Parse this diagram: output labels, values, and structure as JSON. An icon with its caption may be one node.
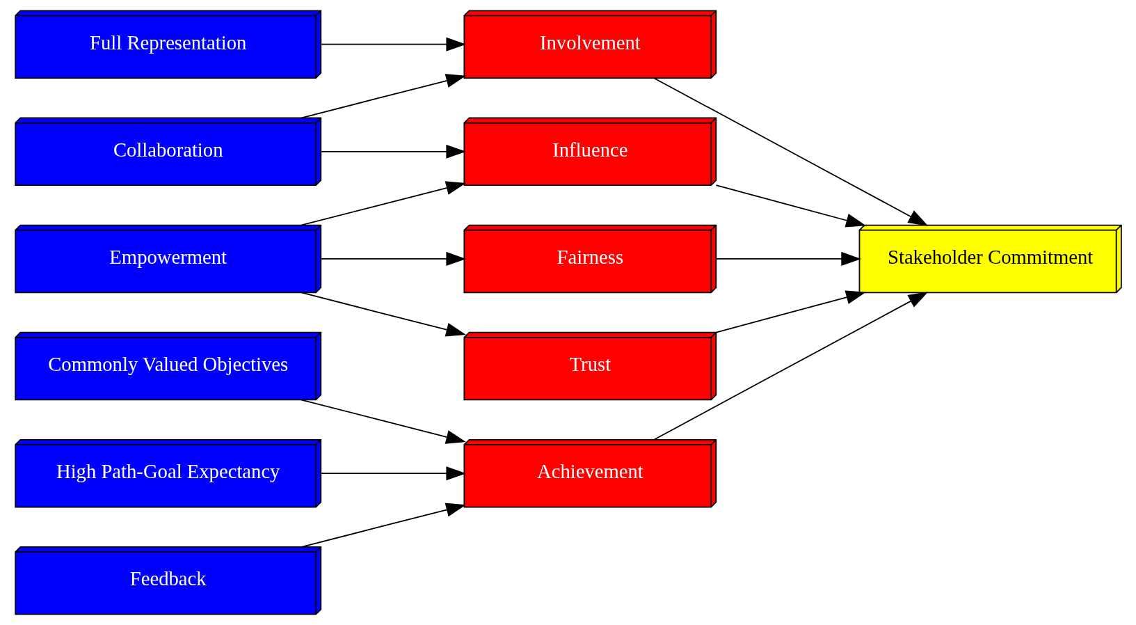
{
  "diagram": {
    "nodes": [
      {
        "text": [
          "Full Representation"
        ]
      },
      {
        "text": [
          "Collaboration"
        ]
      },
      {
        "text": [
          "Empowerment"
        ]
      },
      {
        "text": [
          "Commonly Valued Objectives"
        ]
      },
      {
        "text": [
          "High Path-Goal Expectancy"
        ]
      },
      {
        "text": [
          "Feedback"
        ]
      },
      {
        "text": [
          "Involvement"
        ]
      },
      {
        "text": [
          "Influence"
        ]
      },
      {
        "text": [
          "Fairness"
        ]
      },
      {
        "text": [
          "Trust"
        ]
      },
      {
        "text": [
          "Achievement"
        ]
      },
      {
        "text": [
          "Stakeholder Commitment"
        ]
      }
    ],
    "edges": [
      {
        "from": 0,
        "to": 6,
        "arrow": "to"
      },
      {
        "from": 1,
        "to": 6,
        "arrow": "to"
      },
      {
        "from": 1,
        "to": 7,
        "arrow": "to"
      },
      {
        "from": 2,
        "to": 7,
        "arrow": "to"
      },
      {
        "from": 2,
        "to": 8,
        "arrow": "to"
      },
      {
        "from": 2,
        "to": 9,
        "arrow": "to"
      },
      {
        "from": 3,
        "to": 10,
        "arrow": "to"
      },
      {
        "from": 4,
        "to": 10,
        "arrow": "to"
      },
      {
        "from": 5,
        "to": 10,
        "arrow": "to"
      },
      {
        "from": 6,
        "to": 11,
        "arrow": "to"
      },
      {
        "from": 7,
        "to": 11,
        "arrow": "to"
      },
      {
        "from": 8,
        "to": 11,
        "arrow": "to"
      },
      {
        "from": 9,
        "to": 11,
        "arrow": "to"
      },
      {
        "from": 10,
        "to": 11,
        "arrow": "to"
      }
    ]
  }
}
